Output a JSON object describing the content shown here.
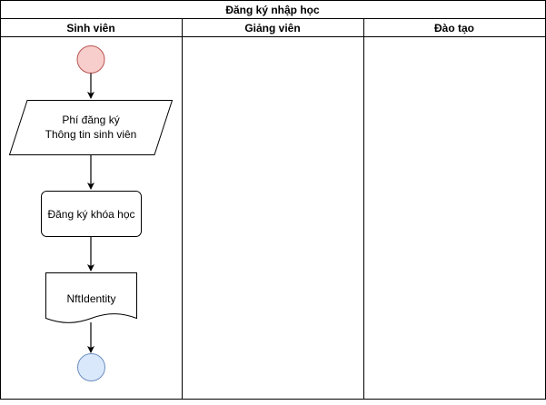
{
  "diagram": {
    "title": "Đăng ký nhập học",
    "lanes": [
      {
        "label": "Sinh viên"
      },
      {
        "label": "Giảng viên"
      },
      {
        "label": "Đào tạo"
      }
    ],
    "nodes": {
      "start": {
        "kind": "start",
        "fill": "#f8cecc",
        "stroke": "#b85450"
      },
      "data_input": {
        "kind": "data",
        "line1": "Phí đăng ký",
        "line2": "Thông tin sinh viên"
      },
      "process": {
        "kind": "process",
        "label": "Đăng ký khóa học"
      },
      "document": {
        "kind": "document",
        "label": "NftIdentity"
      },
      "end": {
        "kind": "end",
        "fill": "#dae8fc",
        "stroke": "#6c8ebf"
      }
    }
  }
}
